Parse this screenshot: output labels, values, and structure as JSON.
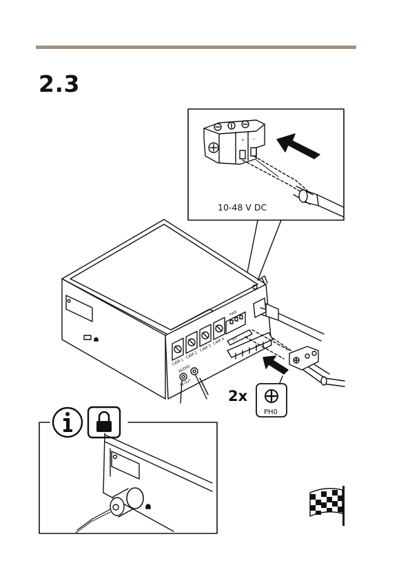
{
  "step": {
    "number": "2.3"
  },
  "power_callout": {
    "voltage_label": "10-48 V DC"
  },
  "device_labels": {
    "cam_1": "CAM 1",
    "cam_2": "CAM 2",
    "cam_3": "CAM 3",
    "cam_4": "CAM 4",
    "audio": "AUDIO",
    "in_out": "IN  OUT",
    "pwr": "PWR",
    "io": "I/O"
  },
  "screw_instruction": {
    "quantity": "2x",
    "tool": "PH0"
  },
  "icons": {
    "info": "info-icon",
    "lock": "padlock-icon",
    "finish": "checkered-flag-icon",
    "screwdriver": "phillips-screw-icon"
  }
}
